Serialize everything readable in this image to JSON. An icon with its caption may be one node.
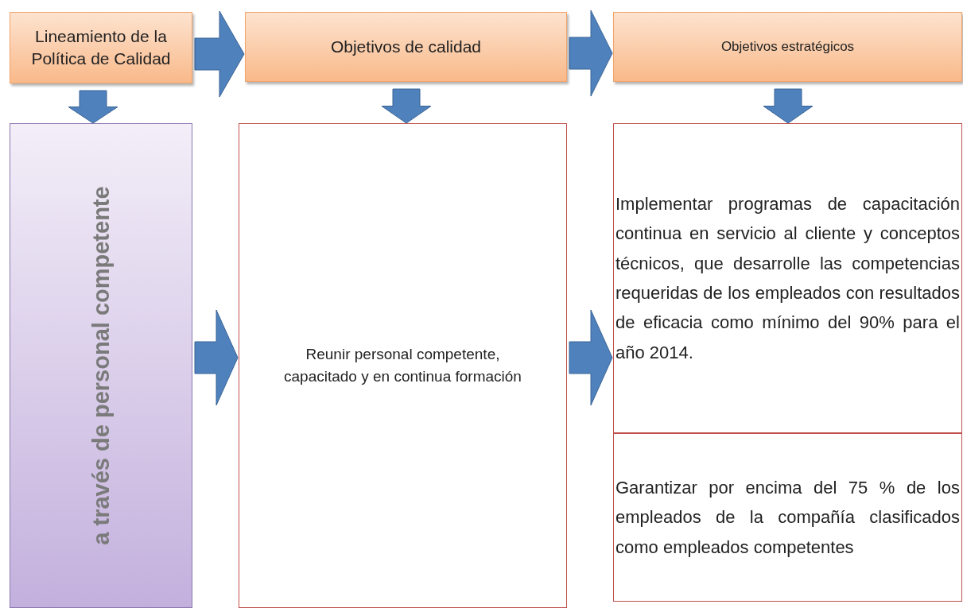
{
  "diagram": {
    "nodes": [
      {
        "text": [
          "Lineamiento de la Política de Calidad"
        ]
      },
      {
        "text": [
          "Objetivos  de  calidad"
        ]
      },
      {
        "text": [
          "Objetivos estratégicos"
        ]
      },
      {
        "text": [
          "a través de personal competente"
        ]
      },
      {
        "text": [
          "Reunir personal competente, capacitado y en continua formación"
        ]
      },
      {
        "text": [
          "Implementar programas de capacitación continua en servicio al cliente y conceptos técnicos, que desarrolle las competencias requeridas de los empleados con resultados de eficacia como mínimo del 90% para el año 2014."
        ]
      },
      {
        "text": [
          "Garantizar por encima del  75 % de los empleados de la compañía clasificados como empleados competentes"
        ]
      }
    ],
    "edges": [
      {
        "from": 0,
        "to": 1,
        "arrow": "to"
      },
      {
        "from": 1,
        "to": 2,
        "arrow": "to"
      },
      {
        "from": 0,
        "to": 3,
        "arrow": "to"
      },
      {
        "from": 1,
        "to": 4,
        "arrow": "to"
      },
      {
        "from": 2,
        "to": 5,
        "arrow": "to"
      },
      {
        "from": 3,
        "to": 4,
        "arrow": "to"
      },
      {
        "from": 4,
        "to": 5,
        "arrow": "to"
      }
    ]
  }
}
